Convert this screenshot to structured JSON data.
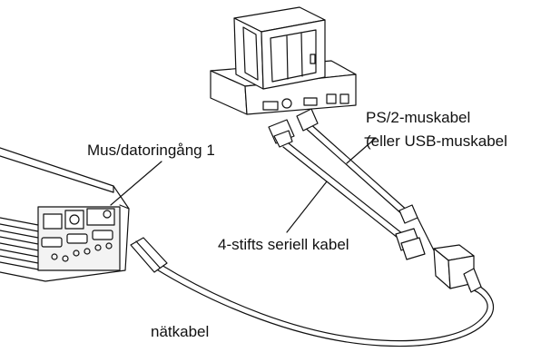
{
  "diagram": {
    "labels": {
      "mouse_input": "Mus/datoringång 1",
      "ps2_cable_line1": "PS/2-muskabel",
      "ps2_cable_line2": "(eller USB-muskabel",
      "serial_cable": "4-stifts seriell kabel",
      "power_cable": "nätkabel"
    },
    "colors": {
      "line": "#111111",
      "fill": "#ffffff",
      "shade": "#e6e6e6"
    }
  }
}
